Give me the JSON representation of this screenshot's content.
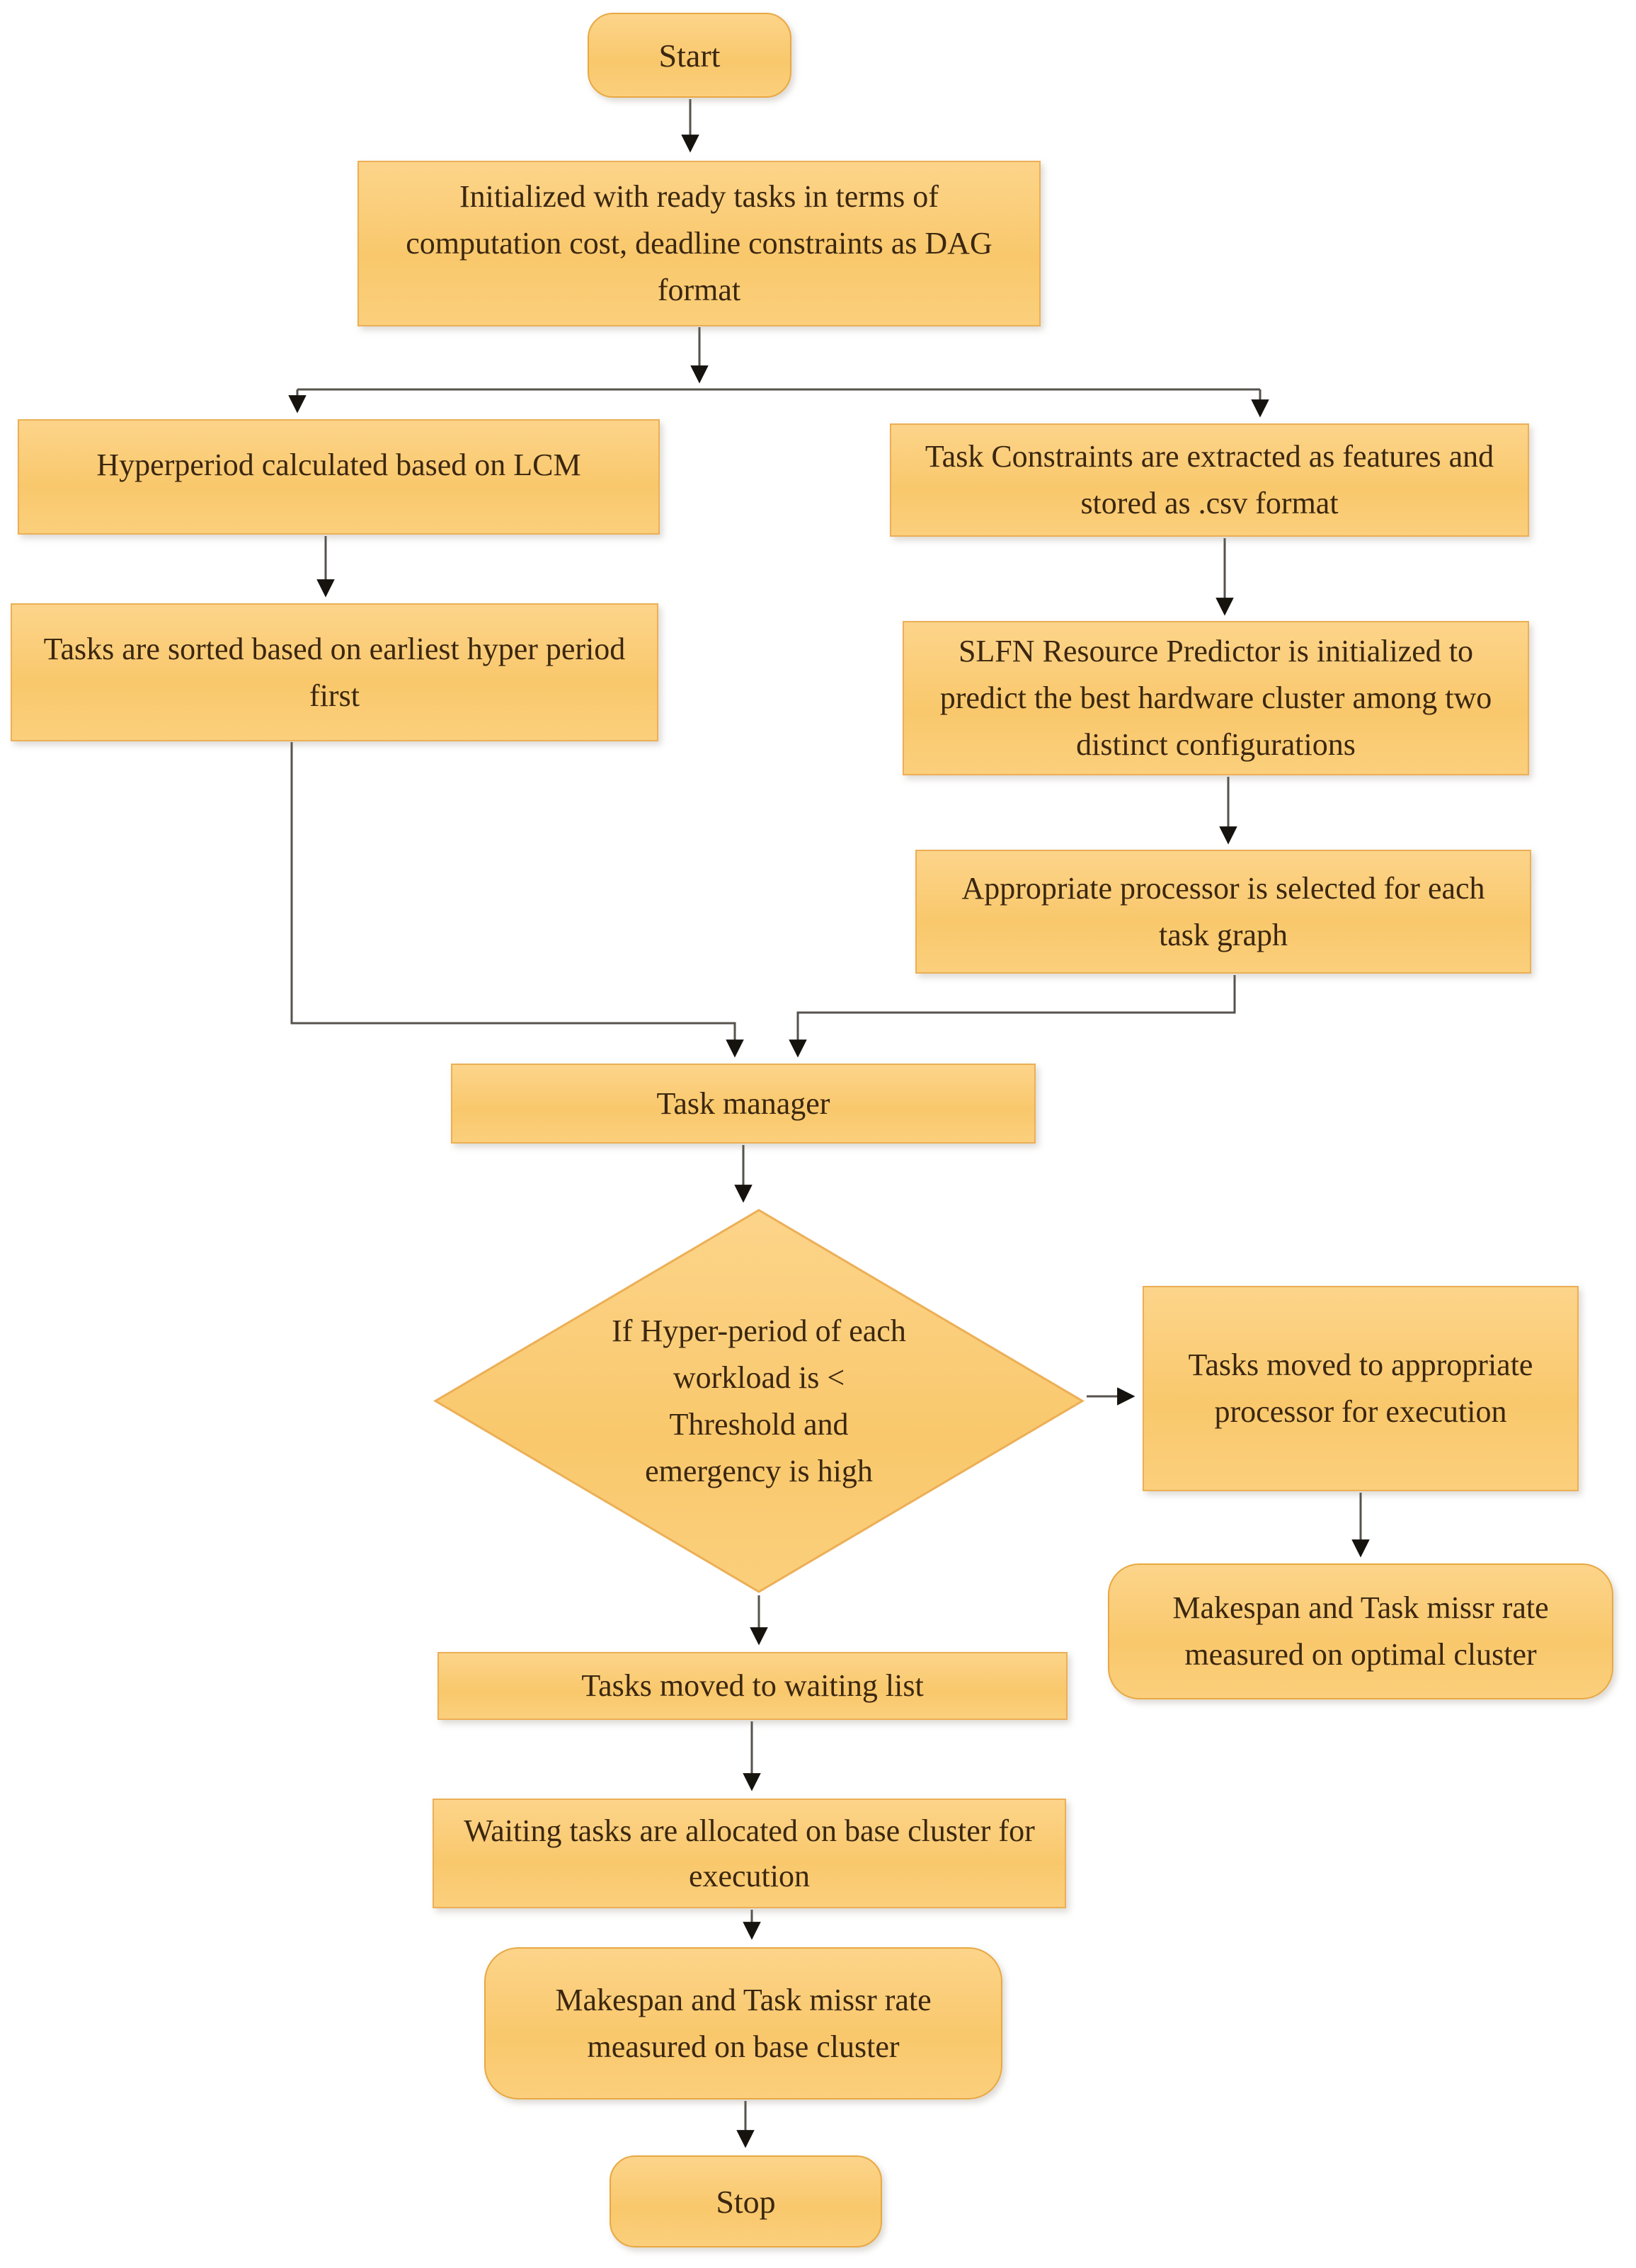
{
  "diagram": {
    "type": "flowchart",
    "colors": {
      "node_fill_top": "#fcd48a",
      "node_fill_bottom": "#fbcf7c",
      "node_border": "#ecaf56",
      "text": "#3b2710",
      "connector_line": "#56524c",
      "arrowhead": "#16130e",
      "background": "#ffffff"
    },
    "nodes": {
      "start": {
        "label": "Start",
        "shape": "terminator"
      },
      "init": {
        "label": "Initialized with ready tasks in terms of computation cost, deadline constraints as DAG format",
        "shape": "process"
      },
      "hyperperiod": {
        "label": "Hyperperiod calculated based on LCM",
        "shape": "process"
      },
      "sorted": {
        "label": "Tasks are sorted based on earliest hyper period first",
        "shape": "process"
      },
      "constraints": {
        "label": "Task Constraints are extracted as features and stored as .csv format",
        "shape": "process"
      },
      "slfn": {
        "label": "SLFN Resource Predictor is initialized to predict the best hardware cluster among two distinct configurations",
        "shape": "process"
      },
      "processor_select": {
        "label": "Appropriate processor is selected for each task graph",
        "shape": "process"
      },
      "task_manager": {
        "label": "Task manager",
        "shape": "process"
      },
      "decision": {
        "label": "If Hyper-period of each workload is < Threshold and emergency is high",
        "shape": "decision"
      },
      "moved_processor": {
        "label": "Tasks moved to appropriate processor for execution",
        "shape": "process"
      },
      "makespan_optimal": {
        "label": "Makespan and Task missr rate measured on optimal cluster",
        "shape": "terminator"
      },
      "waiting_list": {
        "label": "Tasks moved to waiting list",
        "shape": "process"
      },
      "base_alloc": {
        "label": "Waiting tasks are allocated on base cluster for execution",
        "shape": "process"
      },
      "makespan_base": {
        "label": "Makespan and Task missr rate measured on base cluster",
        "shape": "terminator"
      },
      "stop": {
        "label": "Stop",
        "shape": "terminator"
      }
    },
    "edges": [
      {
        "from": "start",
        "to": "init"
      },
      {
        "from": "init",
        "to": "hyperperiod"
      },
      {
        "from": "init",
        "to": "constraints"
      },
      {
        "from": "hyperperiod",
        "to": "sorted"
      },
      {
        "from": "sorted",
        "to": "task_manager"
      },
      {
        "from": "constraints",
        "to": "slfn"
      },
      {
        "from": "slfn",
        "to": "processor_select"
      },
      {
        "from": "processor_select",
        "to": "task_manager"
      },
      {
        "from": "task_manager",
        "to": "decision"
      },
      {
        "from": "decision",
        "to": "moved_processor"
      },
      {
        "from": "moved_processor",
        "to": "makespan_optimal"
      },
      {
        "from": "decision",
        "to": "waiting_list"
      },
      {
        "from": "waiting_list",
        "to": "base_alloc"
      },
      {
        "from": "base_alloc",
        "to": "makespan_base"
      },
      {
        "from": "makespan_base",
        "to": "stop"
      }
    ]
  }
}
